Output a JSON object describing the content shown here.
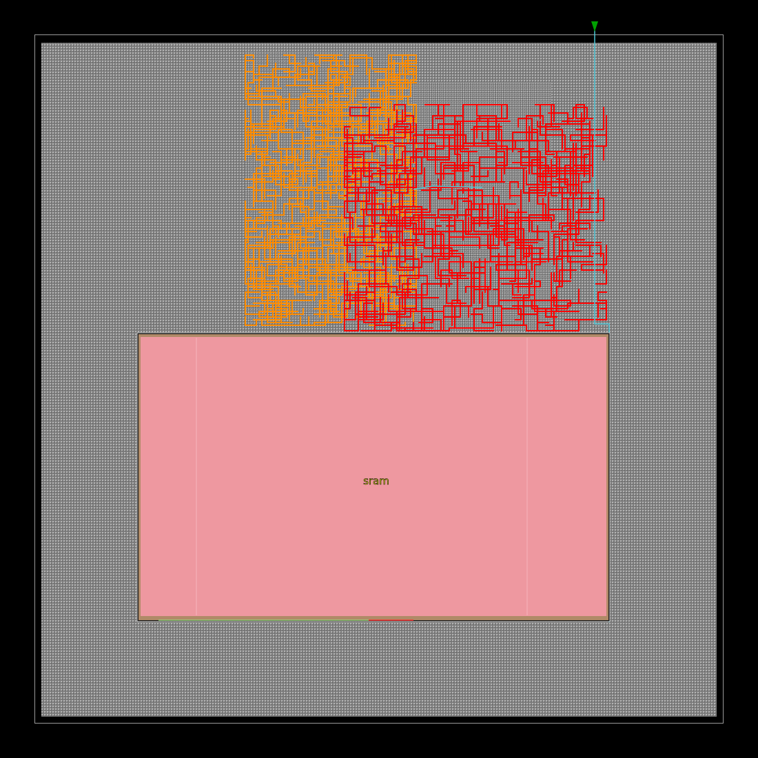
{
  "view": {
    "background": "#000000",
    "die_outline_color": "#9a9a9a",
    "core_fill_color": "#8c8c8c"
  },
  "macro": {
    "label": "sram",
    "fill_color": "#ee98a0",
    "label_color": "#f2ee1a"
  },
  "nets": [
    {
      "id": "net-orange",
      "color": "#ff8c00"
    },
    {
      "id": "net-red",
      "color": "#ff0000"
    },
    {
      "id": "net-cyan",
      "color": "#4ec6d6"
    }
  ],
  "pin": {
    "color": "#00a000",
    "icon": "triangle-down-icon"
  }
}
